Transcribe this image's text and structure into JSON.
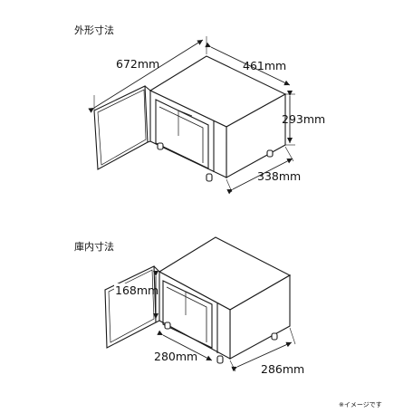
{
  "colors": {
    "line": "#1a1a1a",
    "background": "#ffffff"
  },
  "exterior": {
    "heading": "外形寸法",
    "width": "672mm",
    "depth": "461mm",
    "height": "293mm",
    "inner_depth": "338mm"
  },
  "interior": {
    "heading": "庫内寸法",
    "height": "168mm",
    "width": "280mm",
    "depth": "286mm"
  },
  "note": "※イメージです"
}
